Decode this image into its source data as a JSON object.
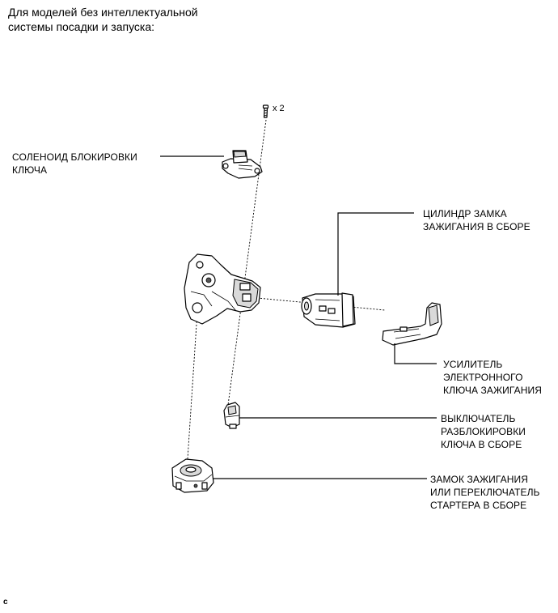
{
  "title_lines": [
    "Для моделей без интеллектуальной",
    "системы посадки и запуска:"
  ],
  "screw_qty": "x 2",
  "labels": {
    "solenoid": [
      "СОЛЕНОИД БЛОКИРОВКИ",
      "КЛЮЧА"
    ],
    "cylinder": [
      "ЦИЛИНДР ЗАМКА",
      "ЗАЖИГАНИЯ В СБОРЕ"
    ],
    "amplifier": [
      "УСИЛИТЕЛЬ",
      "ЭЛЕКТРОННОГО",
      "КЛЮЧА ЗАЖИГАНИЯ"
    ],
    "unlock_switch": [
      "ВЫКЛЮЧАТЕЛЬ",
      "РАЗБЛОКИРОВКИ",
      "КЛЮЧА В СБОРЕ"
    ],
    "ignition_switch": [
      "ЗАМОК ЗАЖИГАНИЯ",
      "ИЛИ ПЕРЕКЛЮЧАТЕЛЬ",
      "СТАРТЕРА В СБОРЕ"
    ]
  },
  "corner_mark": "c"
}
